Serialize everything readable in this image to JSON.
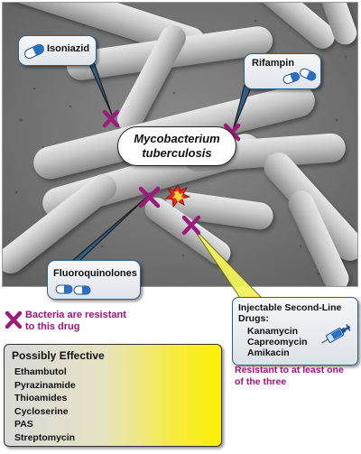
{
  "organism": {
    "line1": "Mycobacterium",
    "line2": "tuberculosis"
  },
  "drugs": {
    "isoniazid": "Isoniazid",
    "rifampin": "Rifampin",
    "fluoroquinolones": "Fluoroquinolones"
  },
  "legend": {
    "line1": "Bacteria are resistant",
    "line2": "to this drug"
  },
  "injectable": {
    "title_line1": "Injectable Second-Line",
    "title_line2": "Drugs:",
    "items": [
      "Kanamycin",
      "Capreomycin",
      "Amikacin"
    ]
  },
  "resistance_note": {
    "line1": "Resistant to at least one",
    "line2": "of the three"
  },
  "possibly_effective": {
    "title": "Possibly Effective",
    "items": [
      "Ethambutol",
      "Pyrazinamide",
      "Thioamides",
      "Cycloserine",
      "PAS",
      "Streptomycin"
    ]
  },
  "colors": {
    "resistance_x": "#9b1b7a",
    "resistance_text": "#a0127a",
    "callout_border": "#2f5f86",
    "capsule_blue": "#2a6fc0",
    "effective_yellow": "#fff000"
  },
  "icons": [
    "capsule-icon",
    "syringe-icon",
    "resistance-x-icon",
    "burst-icon"
  ]
}
